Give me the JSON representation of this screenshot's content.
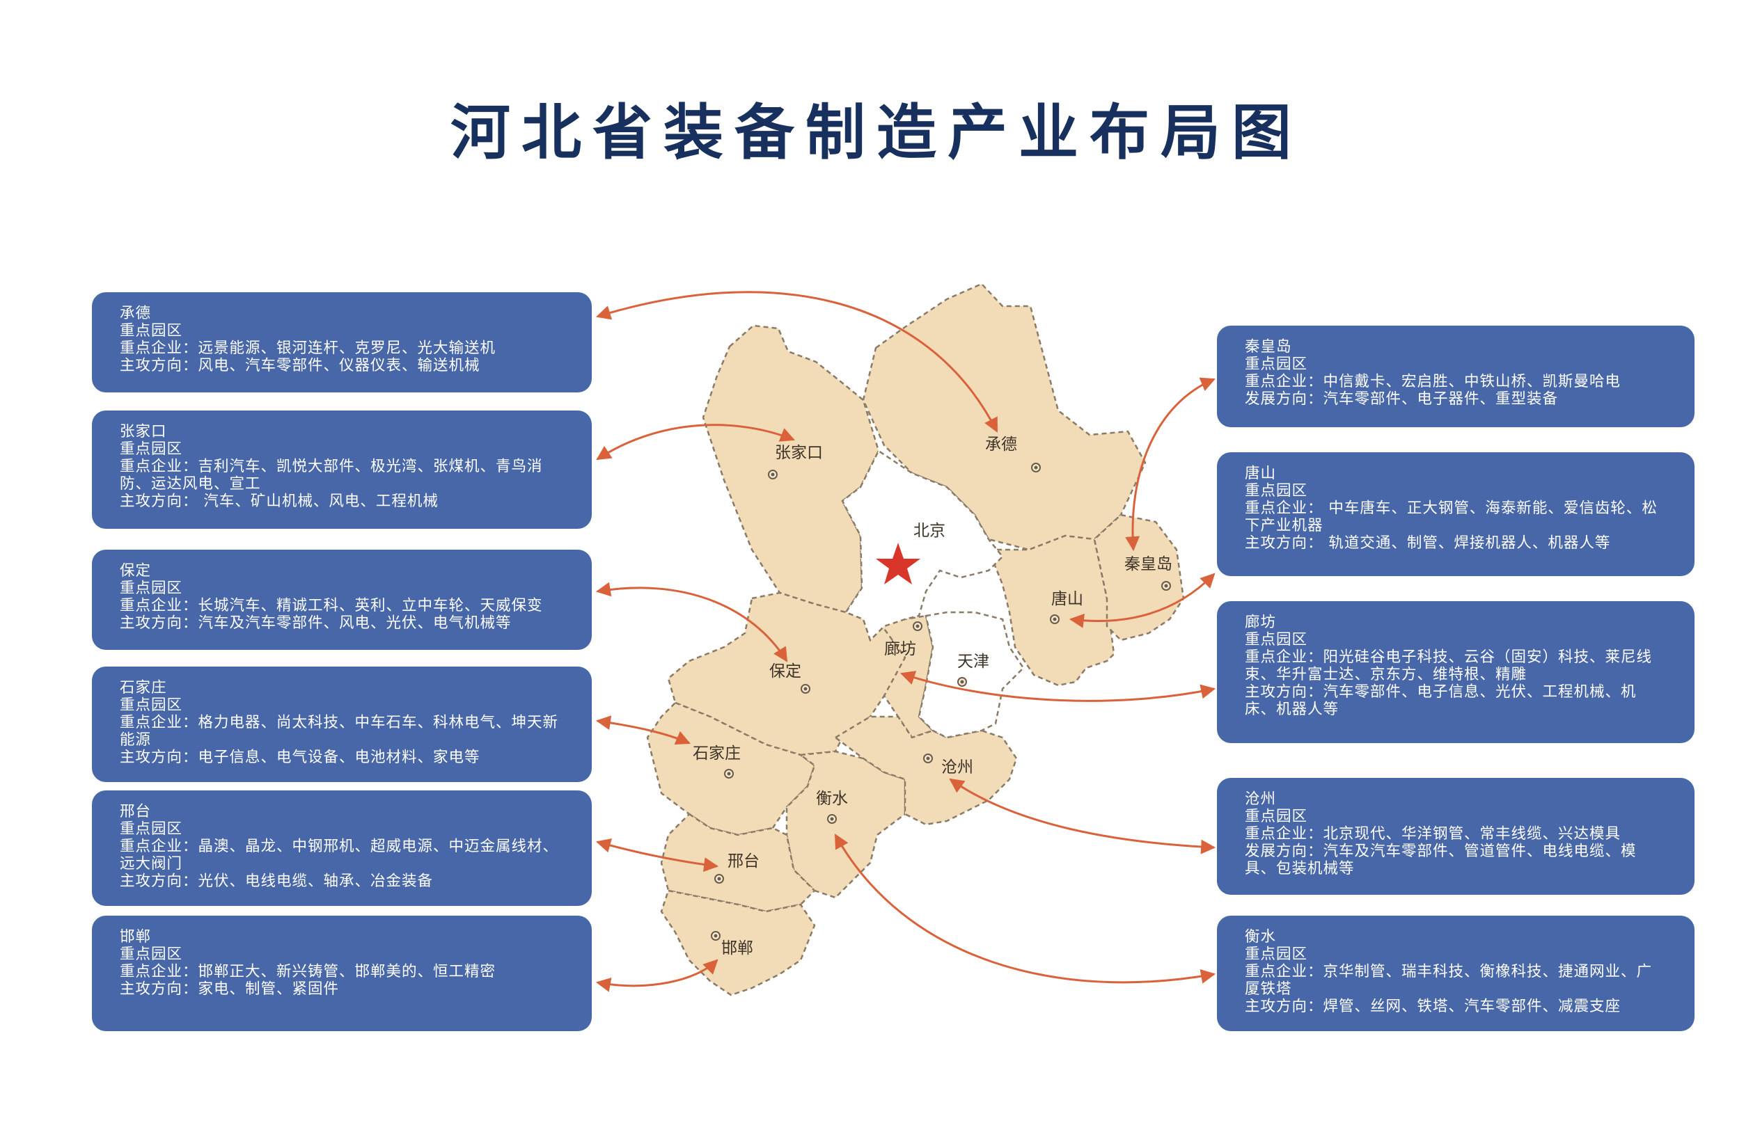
{
  "title": "河北省装备制造产业布局图",
  "colors": {
    "title": "#17305e",
    "panel": "#4867a9",
    "land": "#f2dcb8",
    "arrow": "#d9623b",
    "star": "#d8362a"
  },
  "map_labels": {
    "beijing": "北京",
    "tianjin": "天津",
    "zhangjiakou": "张家口",
    "chengde": "承德",
    "qinhuangdao": "秦皇岛",
    "tangshan": "唐山",
    "langfang": "廊坊",
    "baoding": "保定",
    "shijiazhuang": "石家庄",
    "hengshui": "衡水",
    "cangzhou": "沧州",
    "xingtai": "邢台",
    "handan": "邯郸"
  },
  "panels": {
    "chengde": {
      "city": "承德",
      "park": "重点园区",
      "enterprises": "重点企业：远景能源、银河连杆、克罗尼、光大输送机",
      "direction": "主攻方向：风电、汽车零部件、仪器仪表、输送机械"
    },
    "zhangjiakou": {
      "city": "张家口",
      "park": "重点园区",
      "enterprises": "重点企业：吉利汽车、凯悦大部件、极光湾、张煤机、青鸟消防、运达风电、宣工",
      "direction": "主攻方向： 汽车、矿山机械、风电、工程机械"
    },
    "baoding": {
      "city": "保定",
      "park": "重点园区",
      "enterprises": "重点企业：长城汽车、精诚工科、英利、立中车轮、天威保变",
      "direction": "主攻方向：汽车及汽车零部件、风电、光伏、电气机械等"
    },
    "shijiazhuang": {
      "city": "石家庄",
      "park": "重点园区",
      "enterprises": "重点企业：格力电器、尚太科技、中车石车、科林电气、坤天新能源",
      "direction": "主攻方向：电子信息、电气设备、电池材料、家电等"
    },
    "xingtai": {
      "city": "邢台",
      "park": "重点园区",
      "enterprises": "重点企业：晶澳、晶龙、中钢邢机、超威电源、中迈金属线材、远大阀门",
      "direction": "主攻方向：光伏、电线电缆、轴承、冶金装备"
    },
    "handan": {
      "city": "邯郸",
      "park": "重点园区",
      "enterprises": "重点企业：邯郸正大、新兴铸管、邯郸美的、恒工精密",
      "direction": "主攻方向：家电、制管、紧固件"
    },
    "qinhuangdao": {
      "city": "秦皇岛",
      "park": "重点园区",
      "enterprises": "重点企业：中信戴卡、宏启胜、中铁山桥、凯斯曼哈电",
      "direction": "发展方向：汽车零部件、电子器件、重型装备"
    },
    "tangshan": {
      "city": "唐山",
      "park": "重点园区",
      "enterprises": "重点企业： 中车唐车、正大钢管、海泰新能、爱信齿轮、松下产业机器",
      "direction": "主攻方向： 轨道交通、制管、焊接机器人、机器人等"
    },
    "langfang": {
      "city": "廊坊",
      "park": "重点园区",
      "enterprises": "重点企业：阳光硅谷电子科技、云谷（固安）科技、莱尼线束、华升富士达、京东方、维特根、精雕",
      "direction": "主攻方向：汽车零部件、电子信息、光伏、工程机械、机床、机器人等"
    },
    "cangzhou": {
      "city": "沧州",
      "park": "重点园区",
      "enterprises": "重点企业：北京现代、华洋钢管、常丰线缆、兴达模具",
      "direction": "发展方向：汽车及汽车零部件、管道管件、电线电缆、模具、包装机械等"
    },
    "hengshui": {
      "city": "衡水",
      "park": "重点园区",
      "enterprises": "重点企业：京华制管、瑞丰科技、衡橡科技、捷通网业、广厦铁塔",
      "direction": "主攻方向：焊管、丝网、铁塔、汽车零部件、减震支座"
    }
  }
}
